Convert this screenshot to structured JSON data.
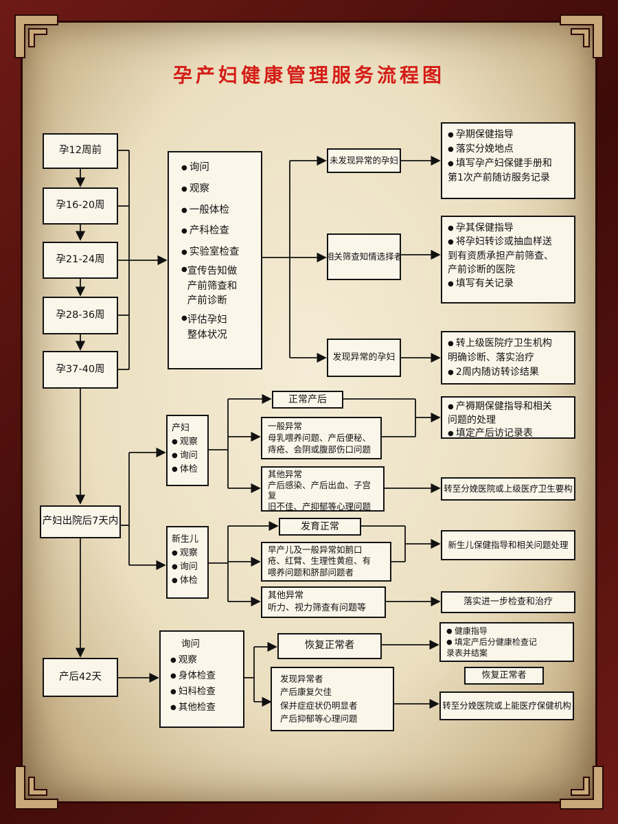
{
  "title": "孕产妇健康管理服务流程图",
  "stages": [
    "孕12周前",
    "孕16-20周",
    "孕21-24周",
    "孕28-36周",
    "孕37-40周",
    "产妇出院后7天内",
    "产后42天"
  ],
  "prenatal_checks": [
    "询问",
    "观察",
    "一般体检",
    "产科检查",
    "实验室检查",
    "宣传告知做\n产前筛查和\n产前诊断",
    "评估孕妇\n整体状况"
  ],
  "prenatal_outcomes": {
    "normal": {
      "label": "未发现异常的孕妇",
      "actions": [
        "孕期保健指导",
        "落实分娩地点",
        "填写孕产妇保健手册和\n第1次产前随访服务记录"
      ]
    },
    "screening": {
      "label": "相关筛查知情选择者",
      "actions": [
        "孕其保健指导",
        "将孕妇转诊或抽血样送\n到有资质承担产前筛查、\n产前诊断的医院",
        "填写有关记录"
      ]
    },
    "abnormal": {
      "label": "发现异常的孕妇",
      "actions": [
        "转上级医院疗卫生机构\n明确诊断、落实治疗",
        "2周内随访转诊结果"
      ]
    }
  },
  "postpartum": {
    "mother": {
      "label": "产妇",
      "checks": [
        "观察",
        "询问",
        "体检"
      ]
    },
    "normal_label": "正常产后",
    "general_abnormal": "一般异常\n母乳喂养问题、产后便秘、\n痔疮、会阴或腹部伤口问题",
    "other_abnormal": "其他异常\n产后感染、产后出血、子宫复\n旧不佳、产抑郁等心理问题\n妊娠合并症未恢得者",
    "mother_action": [
      "产褥期保健指导和相关\n问题的处理",
      "填定产后访记录表"
    ],
    "mother_refer": "转至分娩医院或上级医疗卫生要构",
    "newborn": {
      "label": "新生儿",
      "checks": [
        "观察",
        "询问",
        "体检"
      ]
    },
    "dev_normal": "发育正常",
    "newborn_general": "早产儿及一般异常如鹅口\n疮、红臂、生理性黄疸、有\n喂养问题和脐部问题者",
    "newborn_other": "其他异常\n听力、视力筛查有问题等",
    "newborn_action": "新生儿保健指导和相关问题处理",
    "newborn_refer": "落实进一步检查和治疗"
  },
  "day42": {
    "checks": [
      "询问",
      "观察",
      "身体检查",
      "妇科检查",
      "其他检查"
    ],
    "recovered_label": "恢复正常者",
    "recovered_action": [
      "健康指导",
      "填定产后分健康检查记\n录表并结案"
    ],
    "recovered_tag": "恢复正常者",
    "abnormal": "发现异常者\n产后康复欠佳\n保并症症状仍明显者\n产后抑郁等心理问题",
    "refer": "转至分娩医院或上能医疗保健机构"
  },
  "colors": {
    "title": "#d41c16",
    "frame": "#5a1010",
    "paper": "#f0e6cc"
  }
}
